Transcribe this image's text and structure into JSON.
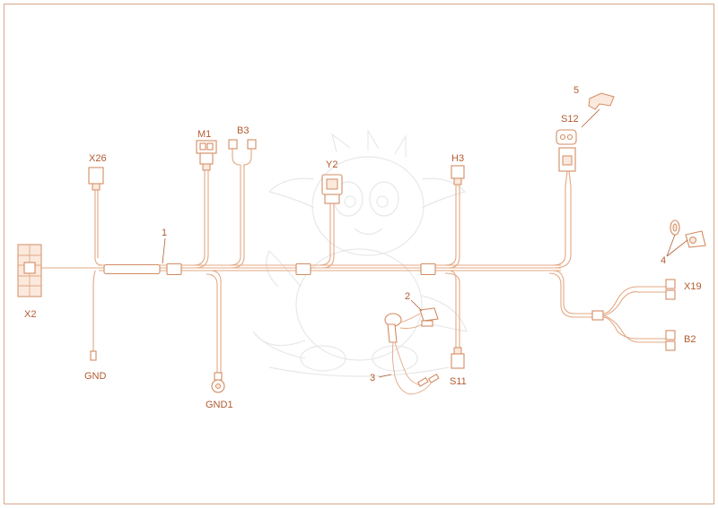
{
  "colors": {
    "wire": "#e3a883",
    "label": "#b25a30",
    "frame": "#d8a88c"
  },
  "connectors": {
    "x2": "X2",
    "gnd": "GND",
    "x26": "X26",
    "gnd1": "GND1",
    "m1": "M1",
    "b3": "B3",
    "y2": "Y2",
    "h3": "H3",
    "s11": "S11",
    "s12": "S12",
    "x19": "X19",
    "b2": "B2"
  },
  "callouts": {
    "c1": "1",
    "c2": "2",
    "c3": "3",
    "c4": "4",
    "c5": "5"
  }
}
